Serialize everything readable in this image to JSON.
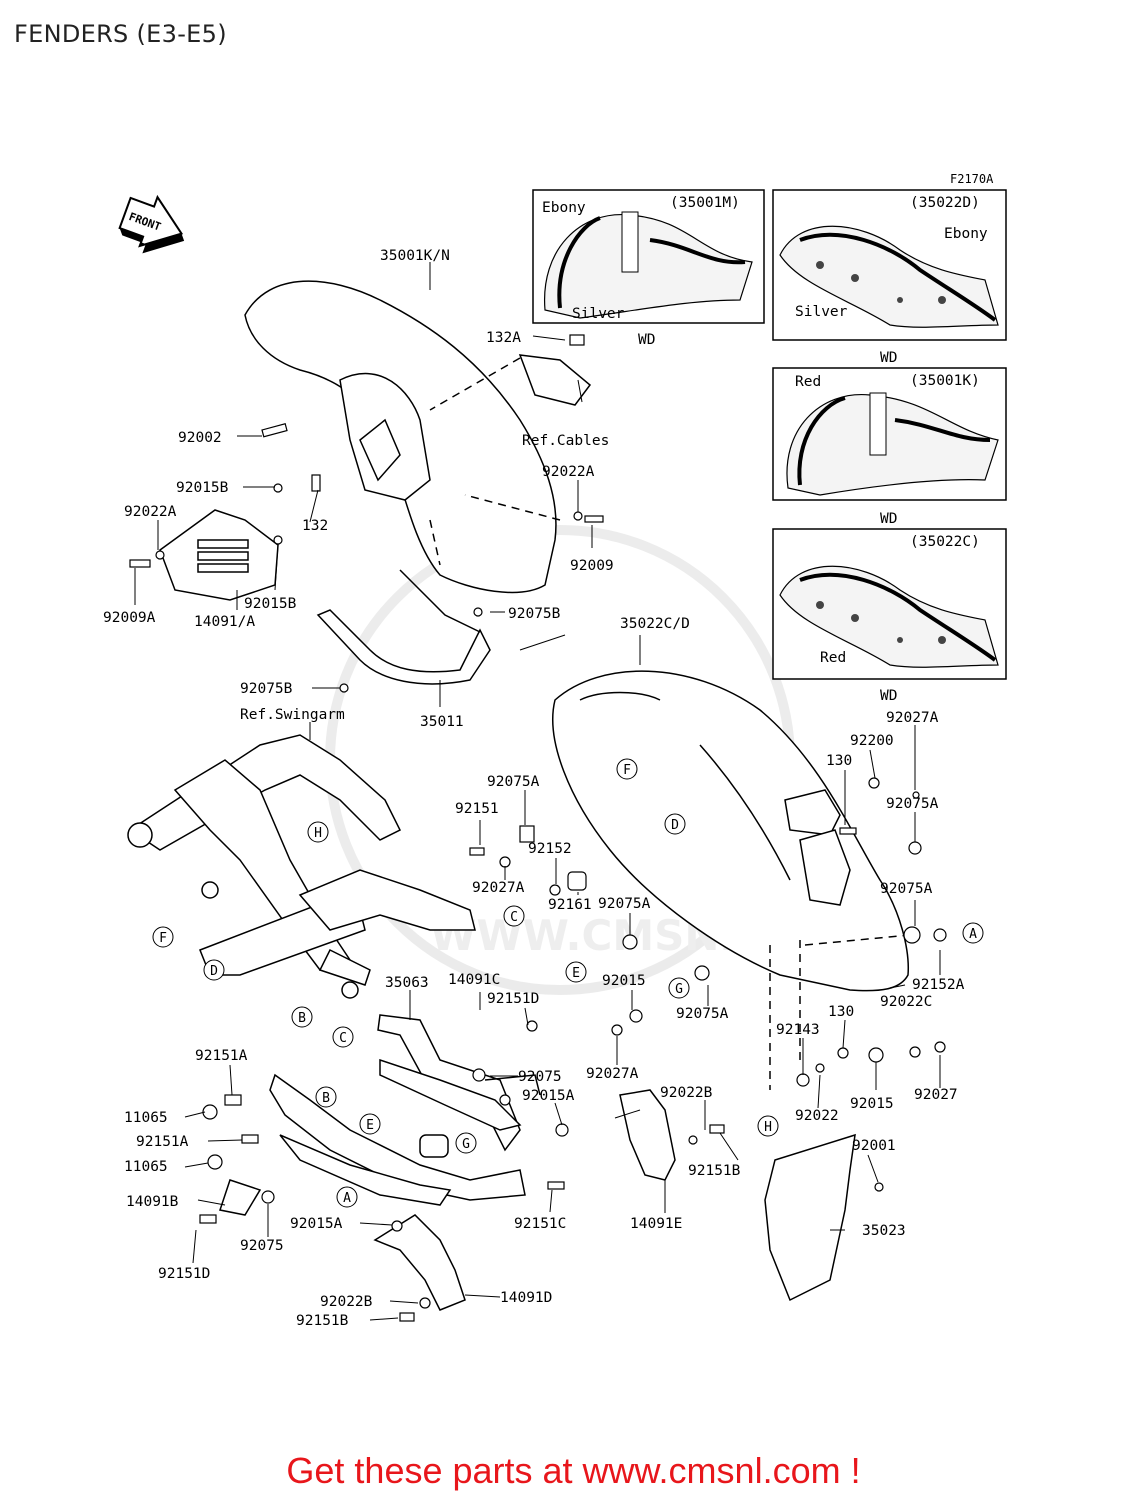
{
  "title": "FENDERS (E3-E5)",
  "figure_code": "F2170A",
  "front_label": "FRONT",
  "watermark": "WWW.CMSNL.COM",
  "promo_text": "Get these parts at www.cmsnl.com !",
  "colors": {
    "promo": "#e8161b",
    "line": "#000000"
  },
  "variants": [
    {
      "id": "v1",
      "part": "(35001M)",
      "labels": [
        "Ebony",
        "Silver"
      ],
      "tag": "WD"
    },
    {
      "id": "v2",
      "part": "(35022D)",
      "labels": [
        "Ebony",
        "Silver"
      ],
      "tag": "WD"
    },
    {
      "id": "v3",
      "part": "(35001K)",
      "labels": [
        "Red"
      ],
      "tag": "WD"
    },
    {
      "id": "v4",
      "part": "(35022C)",
      "labels": [
        "Red"
      ],
      "tag": "WD"
    }
  ],
  "part_labels": [
    {
      "text": "35001K/N"
    },
    {
      "text": "132A"
    },
    {
      "text": "Ref.Cables"
    },
    {
      "text": "92002"
    },
    {
      "text": "92015B"
    },
    {
      "text": "132"
    },
    {
      "text": "92022A"
    },
    {
      "text": "92022A"
    },
    {
      "text": "92009"
    },
    {
      "text": "92009A"
    },
    {
      "text": "14091/A"
    },
    {
      "text": "92015B"
    },
    {
      "text": "92075B"
    },
    {
      "text": "35022C/D"
    },
    {
      "text": "92075B"
    },
    {
      "text": "Ref.Swingarm"
    },
    {
      "text": "35011"
    },
    {
      "text": "92027A"
    },
    {
      "text": "92200"
    },
    {
      "text": "130"
    },
    {
      "text": "92075A"
    },
    {
      "text": "92075A"
    },
    {
      "text": "92151"
    },
    {
      "text": "92152"
    },
    {
      "text": "92027A"
    },
    {
      "text": "92161"
    },
    {
      "text": "92075A"
    },
    {
      "text": "92075A"
    },
    {
      "text": "92152A"
    },
    {
      "text": "92022C"
    },
    {
      "text": "92015"
    },
    {
      "text": "92075A"
    },
    {
      "text": "35063"
    },
    {
      "text": "14091C"
    },
    {
      "text": "92151D"
    },
    {
      "text": "130"
    },
    {
      "text": "92143"
    },
    {
      "text": "92151A"
    },
    {
      "text": "92075"
    },
    {
      "text": "92027A"
    },
    {
      "text": "92022B"
    },
    {
      "text": "92015A"
    },
    {
      "text": "92015"
    },
    {
      "text": "92027"
    },
    {
      "text": "11065"
    },
    {
      "text": "92151A"
    },
    {
      "text": "92022"
    },
    {
      "text": "92001"
    },
    {
      "text": "11065"
    },
    {
      "text": "92151B"
    },
    {
      "text": "14091B"
    },
    {
      "text": "92151C"
    },
    {
      "text": "14091E"
    },
    {
      "text": "35023"
    },
    {
      "text": "92075"
    },
    {
      "text": "92015A"
    },
    {
      "text": "92151D"
    },
    {
      "text": "92022B"
    },
    {
      "text": "14091D"
    },
    {
      "text": "92151B"
    }
  ],
  "callouts": [
    {
      "letter": "F"
    },
    {
      "letter": "D"
    },
    {
      "letter": "H"
    },
    {
      "letter": "F"
    },
    {
      "letter": "C"
    },
    {
      "letter": "A"
    },
    {
      "letter": "D"
    },
    {
      "letter": "E"
    },
    {
      "letter": "G"
    },
    {
      "letter": "B"
    },
    {
      "letter": "C"
    },
    {
      "letter": "B"
    },
    {
      "letter": "E"
    },
    {
      "letter": "G"
    },
    {
      "letter": "A"
    },
    {
      "letter": "H"
    }
  ]
}
